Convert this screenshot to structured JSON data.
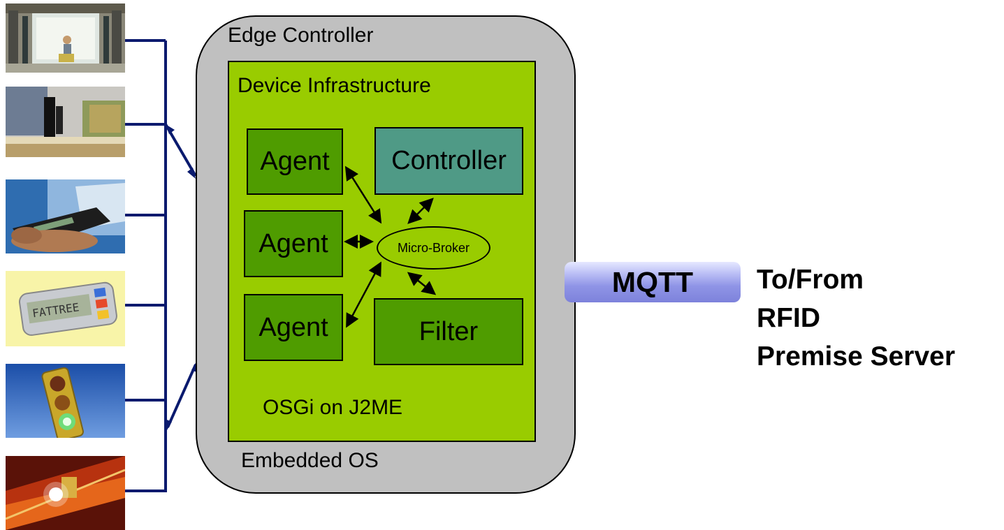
{
  "edge": {
    "title": "Edge Controller",
    "os_label": "Embedded OS"
  },
  "infrastructure": {
    "title": "Device Infrastructure",
    "platform_label": "OSGi on J2ME",
    "agents": [
      "Agent",
      "Agent",
      "Agent"
    ],
    "controller": "Controller",
    "filter": "Filter",
    "broker": "Micro-Broker"
  },
  "protocol": {
    "label": "MQTT"
  },
  "destination": {
    "lines": [
      "To/From",
      "RFID",
      "Premise Server"
    ]
  },
  "devices": [
    {
      "name": "dock-door-photo-icon"
    },
    {
      "name": "conveyor-reader-photo-icon"
    },
    {
      "name": "handheld-scanner-photo-icon"
    },
    {
      "name": "lcd-display-photo-icon"
    },
    {
      "name": "traffic-light-photo-icon"
    },
    {
      "name": "road-light-photo-icon"
    }
  ],
  "colors": {
    "edge_fill": "#c0c0c0",
    "infra_fill": "#99cc00",
    "agent_fill": "#4f9c00",
    "controller_fill": "#4f9a86",
    "wire": "#0a1a6e"
  }
}
